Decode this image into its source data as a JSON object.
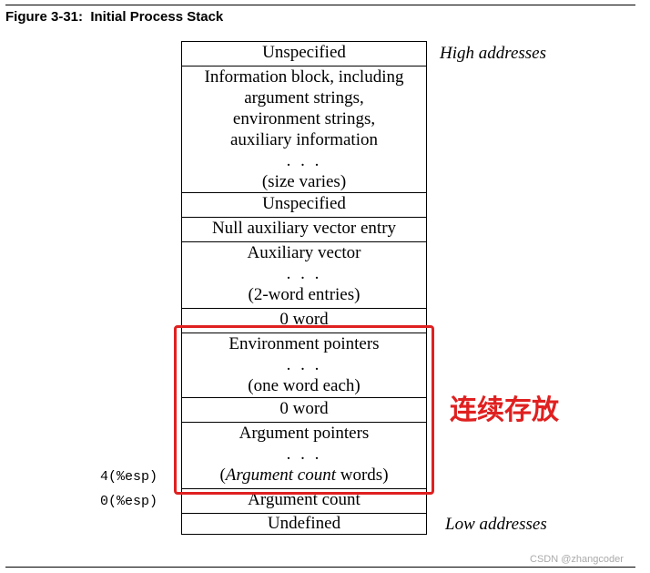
{
  "figure": {
    "title": "Figure 3-31:  Initial Process Stack"
  },
  "stack": {
    "cells": [
      {
        "lines": [
          "Unspecified"
        ]
      },
      {
        "lines": [
          "Information block, including",
          "argument strings,",
          "environment strings,",
          "auxiliary information",
          ". . .",
          "(size varies)"
        ]
      },
      {
        "lines": [
          "Unspecified"
        ]
      },
      {
        "lines": [
          "Null auxiliary vector entry"
        ]
      },
      {
        "lines": [
          "Auxiliary vector",
          ". . .",
          "(2-word entries)"
        ]
      },
      {
        "lines": [
          "0 word"
        ]
      },
      {
        "lines": [
          "Environment pointers",
          ". . .",
          "(one word each)"
        ]
      },
      {
        "lines": [
          "0 word"
        ]
      },
      {
        "lines": [
          "Argument pointers",
          ". . .",
          "(Argument count words)"
        ]
      },
      {
        "lines": [
          "Argument count"
        ]
      },
      {
        "lines": [
          "Undefined"
        ]
      }
    ]
  },
  "labels": {
    "high": "High addresses",
    "low": "Low addresses",
    "esp4": "4(%esp)",
    "esp0": "0(%esp)"
  },
  "annotation": {
    "text": "连续存放",
    "color": "#e02020"
  },
  "watermark": "CSDN @zhangcoder"
}
